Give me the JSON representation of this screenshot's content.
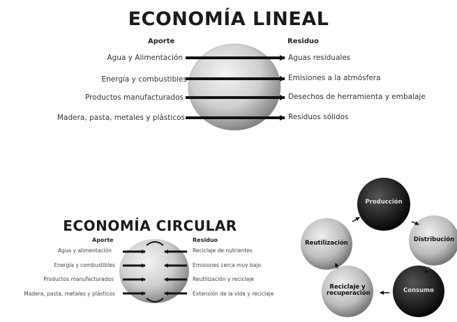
{
  "linear": {
    "title": "ECONOMÍA LINEAL",
    "input_header": "Aporte",
    "output_header": "Residuo",
    "inputs": [
      "Agua y Alimentación",
      "Energía y combustibles",
      "Productos manufacturados",
      "Madera, pasta, metales y plásticos"
    ],
    "outputs": [
      "Aguas residuales",
      "Emisiones a la atmósfera",
      "Desechos de herramienta y embalaje",
      "Residuos sólidos"
    ]
  },
  "circular": {
    "title": "ECONOMÍA CIRCULAR",
    "input_header": "Aporte",
    "output_header": "Residuo",
    "inputs": [
      "Agua y alimentación",
      "Energía y combustibles",
      "Productos manufacturados",
      "Madera, pasta, metales y plásticos"
    ],
    "outputs": [
      "Reciclaje de nutrientes",
      "Emisiones cerca muy bajo",
      "Reutilización y reciclaje",
      "Extensión de la vida y reciclaje"
    ]
  },
  "cycle": {
    "nodes": [
      "Producción",
      "Distribución",
      "Consumo",
      "Reciclaje y recuperación",
      "Reutilización"
    ]
  },
  "colors": {
    "arrow": "#111111",
    "sphere_light": "#e6e6e6",
    "sphere_dark": "#6e6e6e",
    "node_dark": "#1a1a1a"
  }
}
